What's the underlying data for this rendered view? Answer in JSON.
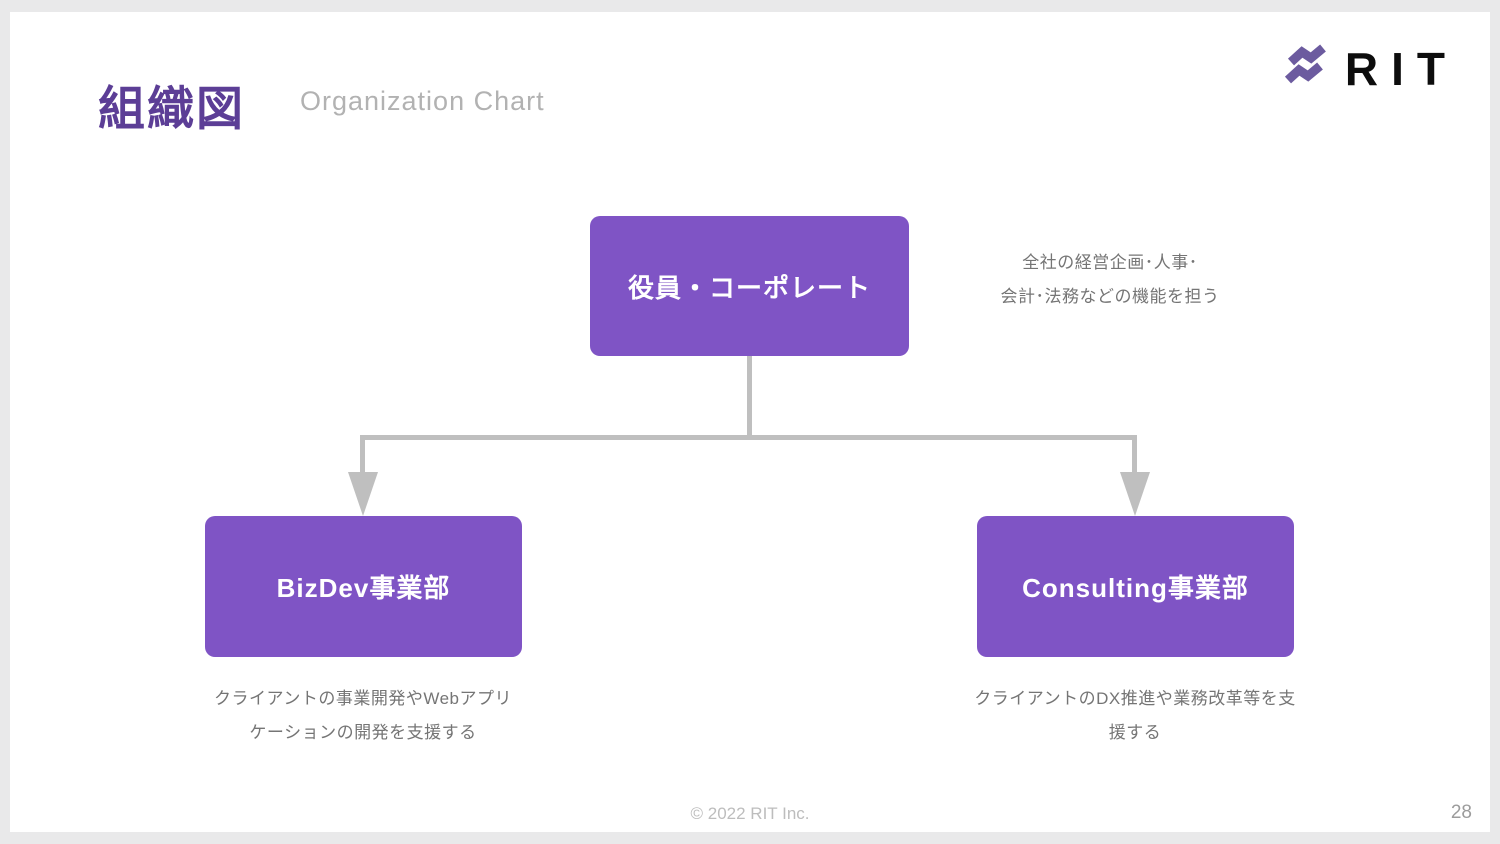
{
  "slide": {
    "title": "組織図",
    "subtitle": "Organization Chart",
    "copyright": "© 2022 RIT Inc.",
    "page_number": "28"
  },
  "logo": {
    "text": "RIT",
    "icon": "double-wave-icon"
  },
  "colors": {
    "box_purple": "#7f54c5",
    "title_purple": "#5c3e96",
    "logo_purple": "#6c5b9f",
    "connector_gray": "#bfbfbf",
    "note_gray": "#757575",
    "background_gray": "#e9e9ea"
  },
  "org_chart": {
    "root": {
      "label": "役員・コーポレート",
      "note_line1": "全社の経営企画･人事･",
      "note_line2": "会計･法務などの機能を担う"
    },
    "children": [
      {
        "label": "BizDev事業部",
        "note_line1": "クライアントの事業開発やWebアプリ",
        "note_line2": "ケーションの開発を支援する"
      },
      {
        "label": "Consulting事業部",
        "note_line1": "クライアントのDX推進や業務改革等を支",
        "note_line2": "援する"
      }
    ]
  }
}
